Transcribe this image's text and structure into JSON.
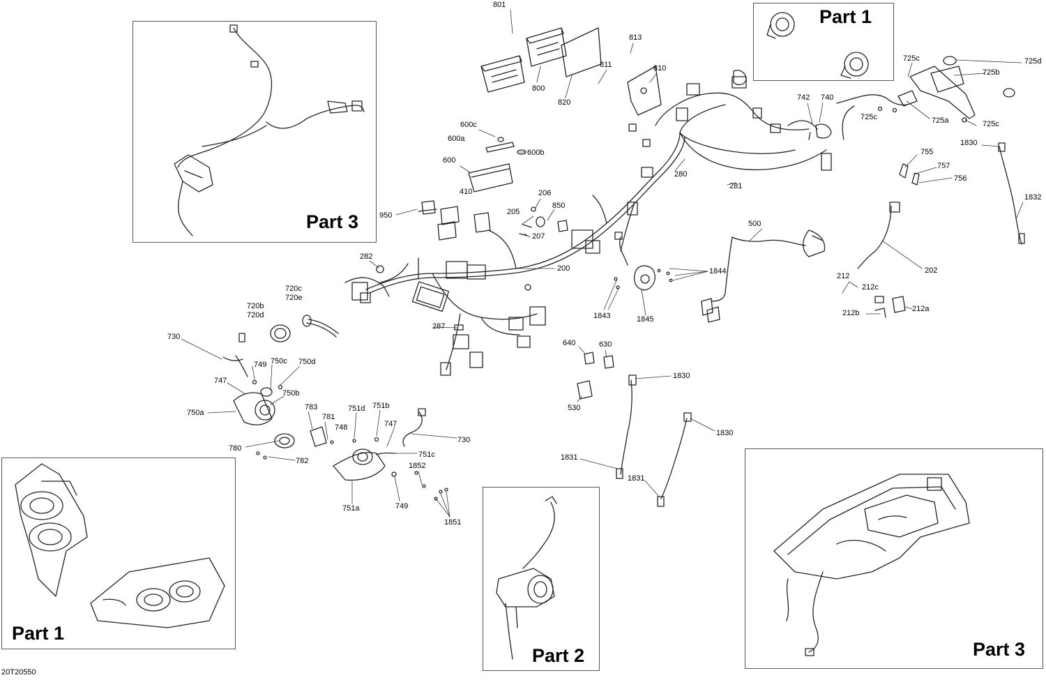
{
  "diagram": {
    "drawing_code": "20T20550",
    "insets": [
      {
        "id": "part3-top",
        "label": "Part 3"
      },
      {
        "id": "part1-top",
        "label": "Part 1"
      },
      {
        "id": "part1-bottom",
        "label": "Part 1"
      },
      {
        "id": "part2-bottom",
        "label": "Part 2"
      },
      {
        "id": "part3-bottom",
        "label": "Part 3"
      }
    ],
    "callouts": [
      "801",
      "813",
      "811",
      "810",
      "800",
      "820",
      "600c",
      "600a",
      "600b",
      "600",
      "410",
      "950",
      "206",
      "205",
      "850",
      "207",
      "200",
      "282",
      "287",
      "280",
      "281",
      "742",
      "740",
      "725c",
      "725d",
      "725b",
      "725c",
      "725a",
      "725c",
      "755",
      "757",
      "756",
      "1830",
      "1832",
      "500",
      "1844",
      "1843",
      "1845",
      "202",
      "212",
      "212c",
      "212a",
      "212b",
      "720c",
      "720e",
      "720b",
      "720d",
      "730",
      "749",
      "750c",
      "750d",
      "747",
      "750b",
      "750a",
      "783",
      "781",
      "748",
      "751d",
      "751b",
      "747",
      "730",
      "780",
      "782",
      "751c",
      "1852",
      "749",
      "751a",
      "1851",
      "640",
      "630",
      "530",
      "1830",
      "1830",
      "1831",
      "1831"
    ]
  }
}
